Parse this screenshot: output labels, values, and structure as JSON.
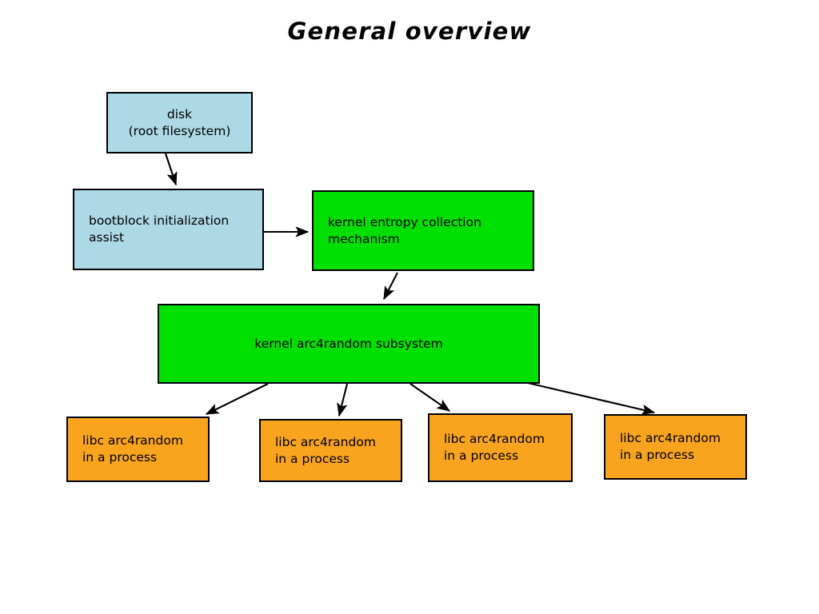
{
  "title": "General overview",
  "colors": {
    "disk_fill": "#add8e6",
    "bootblock_fill": "#add8e6",
    "kernel_fill": "#00e000",
    "libc_fill": "#f8a41e",
    "stroke": "#000000",
    "background": "#ffffff"
  },
  "nodes": {
    "disk": {
      "label": "disk\n(root filesystem)"
    },
    "bootblock": {
      "label": "bootblock initialization\nassist"
    },
    "entropy": {
      "label": "kernel entropy collection\nmechanism"
    },
    "arc4random": {
      "label": "kernel arc4random subsystem"
    },
    "libc1": {
      "label": "libc arc4random\nin a process"
    },
    "libc2": {
      "label": "libc arc4random\nin a process"
    },
    "libc3": {
      "label": "libc arc4random\nin a process"
    },
    "libc4": {
      "label": "libc arc4random\nin a process"
    }
  },
  "edges": [
    {
      "name": "disk-to-bootblock",
      "from": "disk",
      "to": "bootblock"
    },
    {
      "name": "bootblock-to-entropy",
      "from": "bootblock",
      "to": "entropy"
    },
    {
      "name": "entropy-to-arc4random",
      "from": "entropy",
      "to": "arc4random"
    },
    {
      "name": "arc4random-to-libc1",
      "from": "arc4random",
      "to": "libc1"
    },
    {
      "name": "arc4random-to-libc2",
      "from": "arc4random",
      "to": "libc2"
    },
    {
      "name": "arc4random-to-libc3",
      "from": "arc4random",
      "to": "libc3"
    },
    {
      "name": "arc4random-to-libc4",
      "from": "arc4random",
      "to": "libc4"
    }
  ]
}
